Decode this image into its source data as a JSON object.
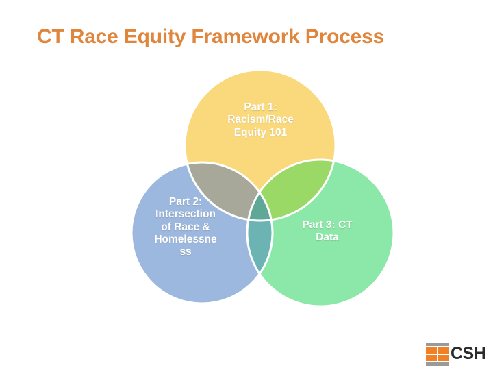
{
  "slide": {
    "title": "CT Race Equity Framework Process",
    "title_color": "#e0853c",
    "background_color": "#ffffff"
  },
  "venn": {
    "label_color": "#ffffff",
    "circles": [
      {
        "id": "part1",
        "label": "Part 1:\nRacism/Race\nEquity 101",
        "color": "#fad97c",
        "position": "top"
      },
      {
        "id": "part2",
        "label": "Part 2:\nIntersection\nof Race &\nHomelessne\nss",
        "color": "#9db8de",
        "position": "bottom-left"
      },
      {
        "id": "part3",
        "label": "Part 3: CT\nData",
        "color": "#8ce8a8",
        "position": "bottom-right"
      }
    ],
    "overlaps": {
      "yellow_blue": "#a8a89a",
      "yellow_green": "#9ad966",
      "blue_green": "#6cb4b4",
      "center": "#5fa898"
    }
  },
  "logo": {
    "name": "CSH",
    "wordmark": "CSH",
    "mark_color": "#ef8023",
    "bar_color": "#9a9a9a",
    "text_color": "#2b2b2b"
  }
}
